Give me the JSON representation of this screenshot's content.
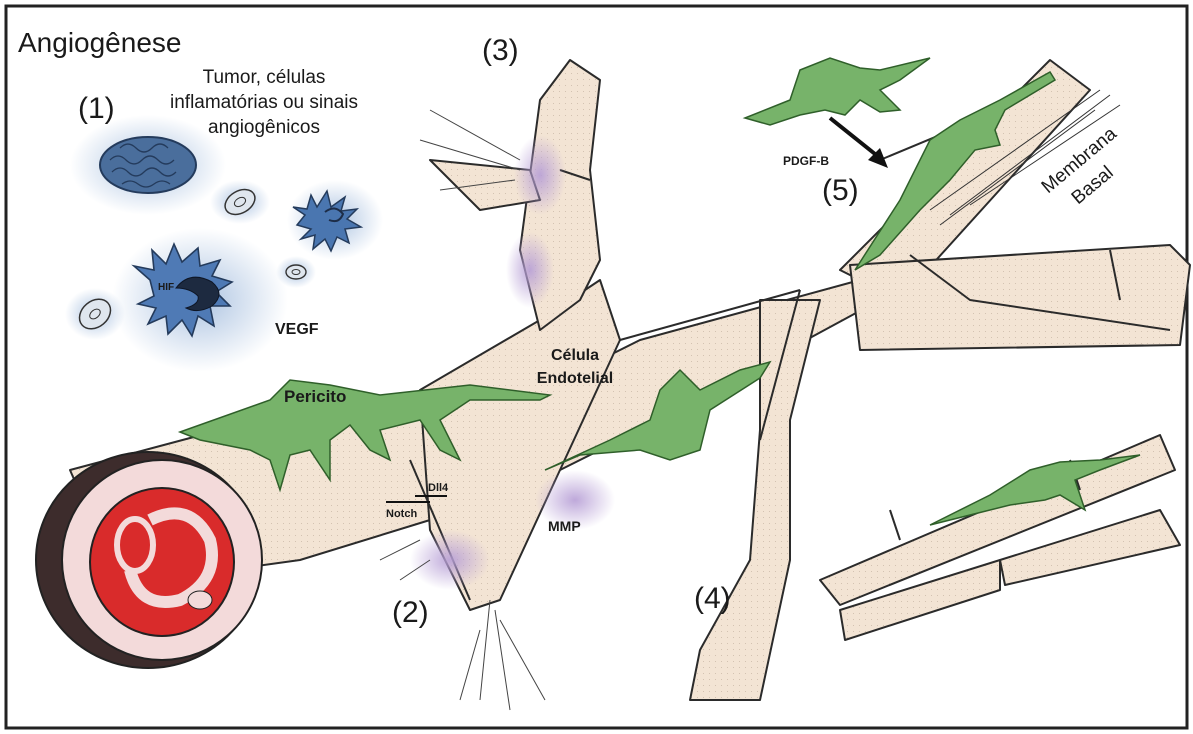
{
  "title": "Angiogênese",
  "steps": {
    "s1": "(1)",
    "s2": "(2)",
    "s3": "(3)",
    "s4": "(4)",
    "s5": "(5)"
  },
  "labels": {
    "tumor_line1": "Tumor, células",
    "tumor_line2": "inflamatórias ou sinais",
    "tumor_line3": "angiogênicos",
    "hif": "HIF",
    "vegf": "VEGF",
    "pericito": "Pericito",
    "celula": "Célula",
    "endotelial": "Endotelial",
    "notch": "Notch",
    "dll4": "Dll4",
    "mmp": "MMP",
    "pdgfb": "PDGF-B",
    "membrana": "Membrana",
    "basal": "Basal"
  },
  "colors": {
    "vessel_fill": "#f3e4d4",
    "vessel_stroke": "#2b2b2b",
    "pericyte": "#77b36a",
    "pericyte_stroke": "#2f5f2a",
    "tumor_blue": "#5f86b8",
    "tumor_glow": "#a9c1e0",
    "lumen_red": "#d92b2b",
    "lumen_ring": "#f3dada",
    "mmp_glow": "#b79fd6",
    "frame": "#222222"
  }
}
